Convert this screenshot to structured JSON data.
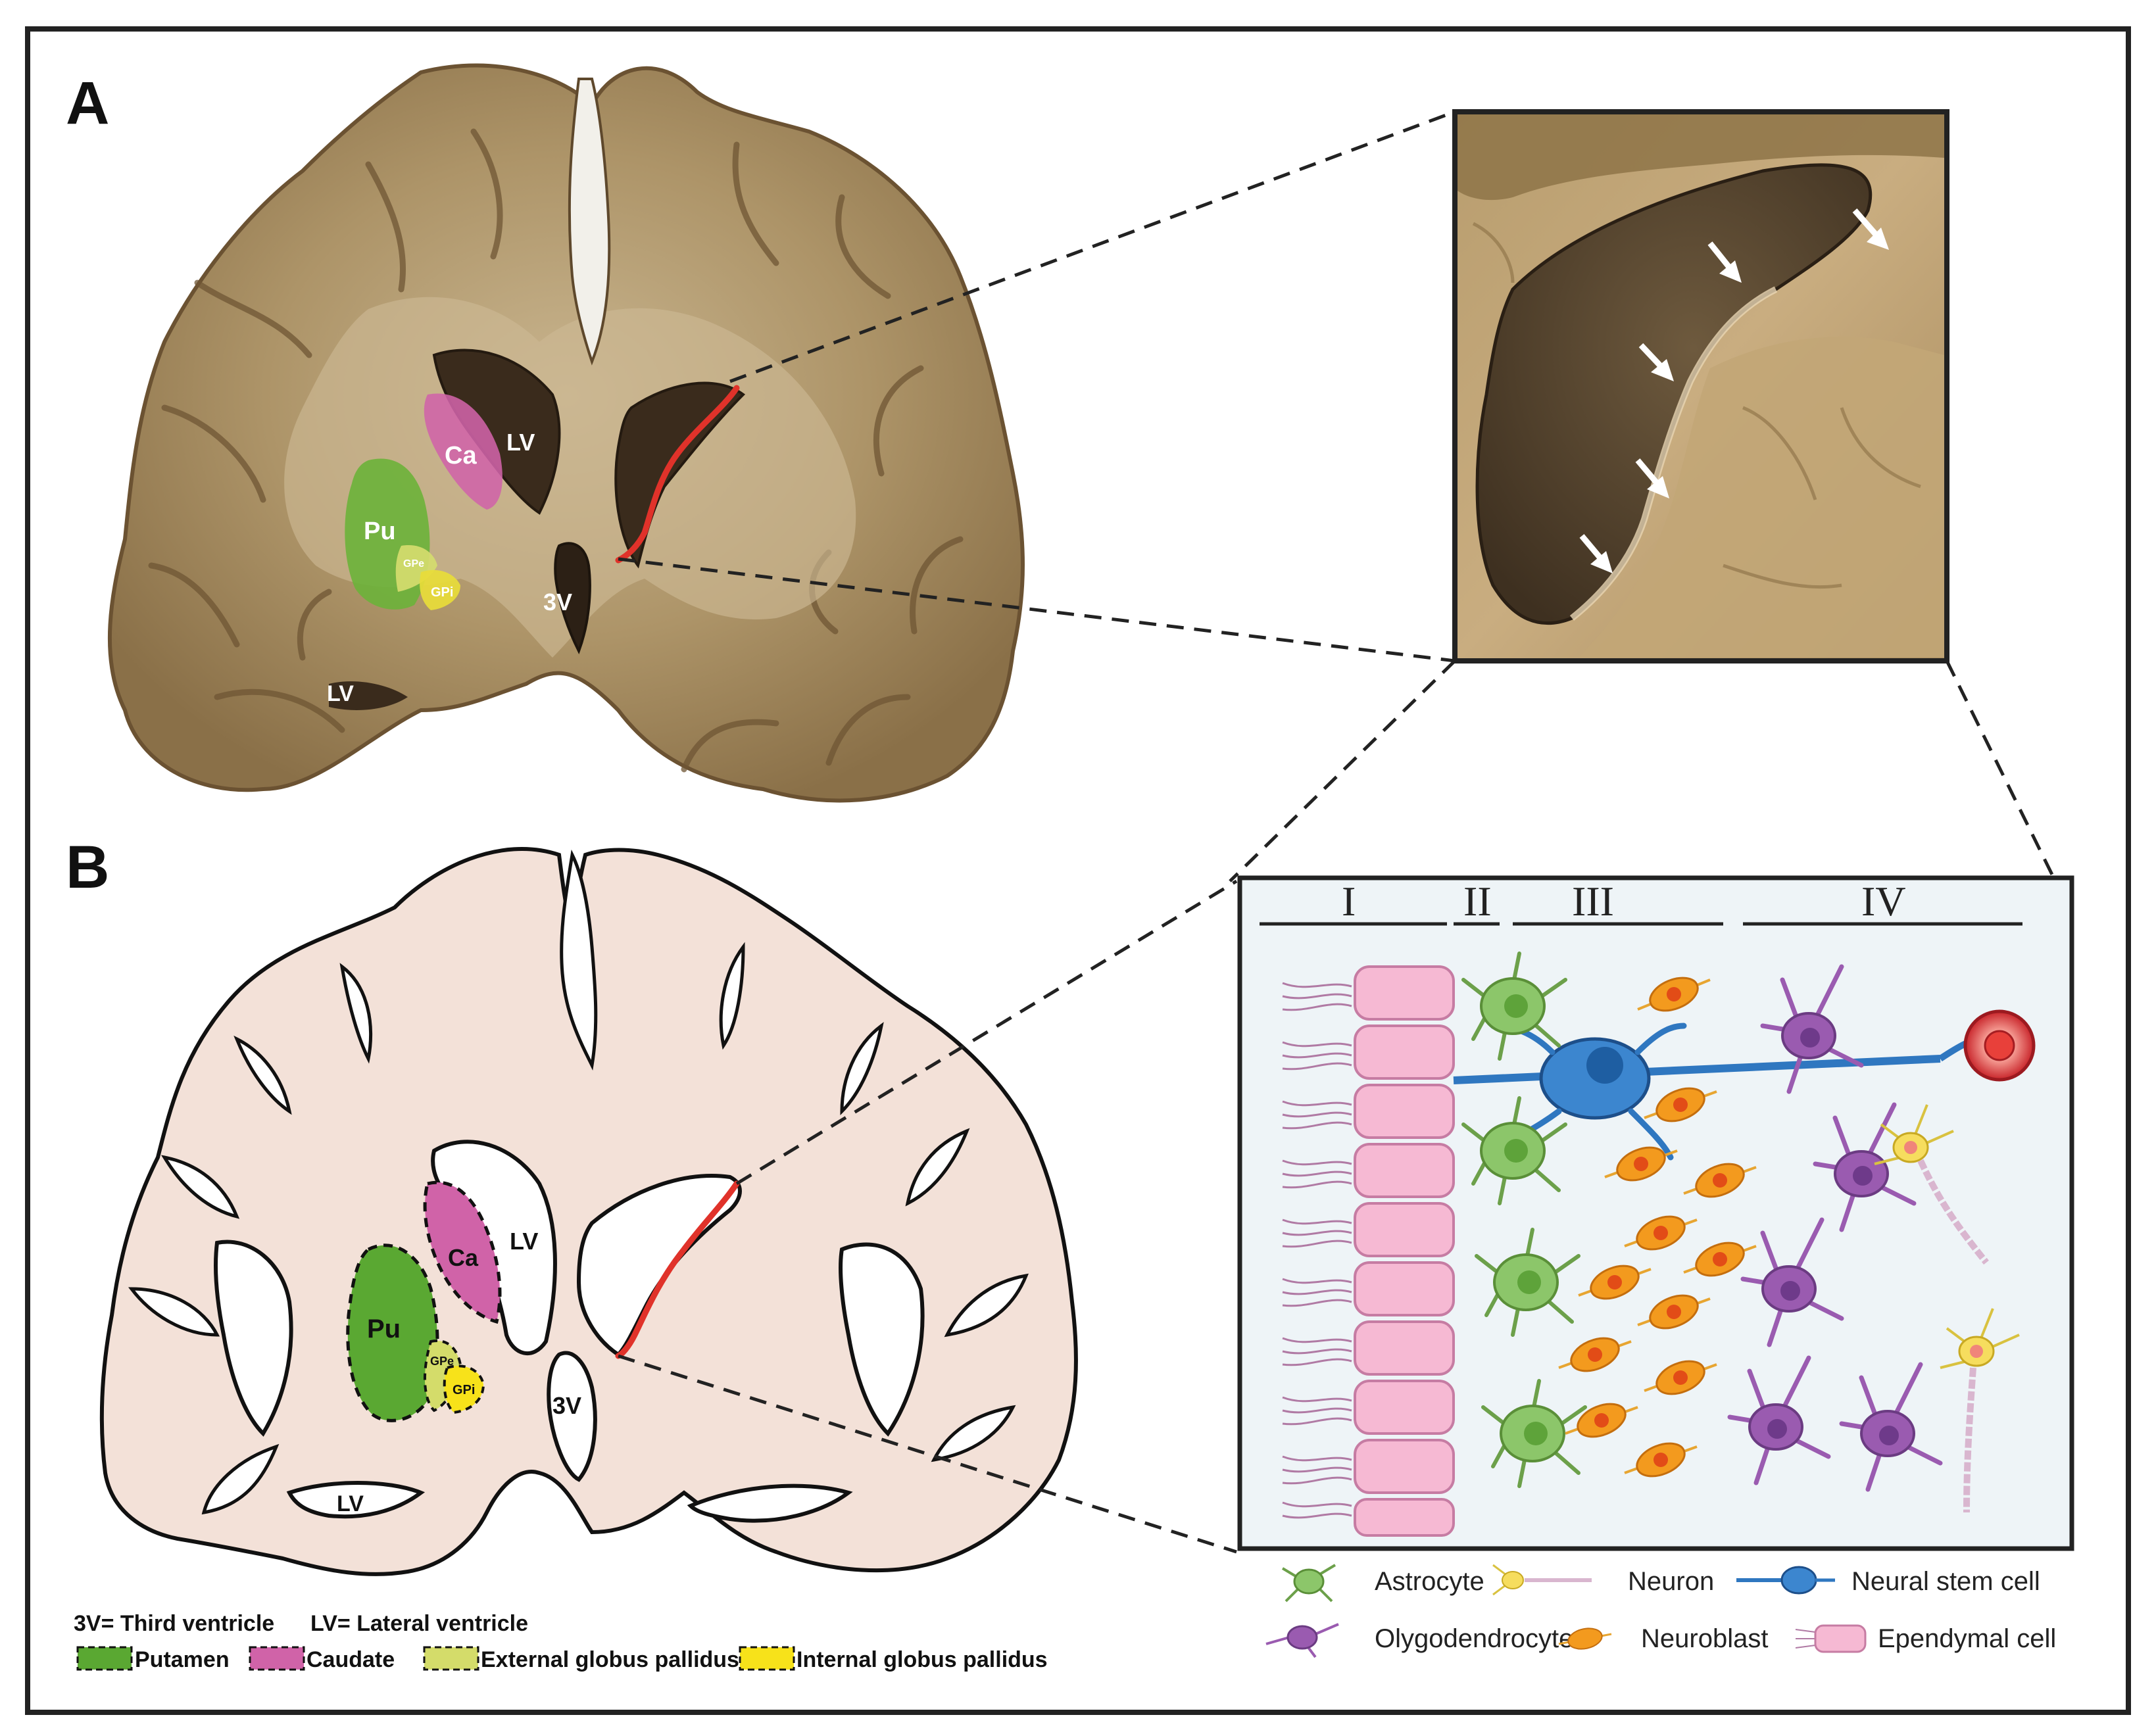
{
  "panels": {
    "a": "A",
    "b": "B"
  },
  "photo_labels": {
    "ca": "Ca",
    "lv": "LV",
    "pu": "Pu",
    "gpe": "GPe",
    "gpi": "GPi",
    "v3": "3V",
    "lv2": "LV"
  },
  "schematic_labels": {
    "ca": "Ca",
    "lv": "LV",
    "pu": "Pu",
    "gpe": "GPe",
    "gpi": "GPi",
    "v3": "3V",
    "lv2": "LV"
  },
  "layers": [
    "I",
    "II",
    "III",
    "IV"
  ],
  "abbreviations": {
    "v3": "3V= Third ventricle",
    "lv": "LV= Lateral ventricle"
  },
  "legend_regions": [
    {
      "label": "Putamen",
      "color": "#5aa832"
    },
    {
      "label": "Caudate",
      "color": "#d063a8"
    },
    {
      "label": "External globus pallidus",
      "color": "#d4dc6a"
    },
    {
      "label": "Internal globus pallidus",
      "color": "#f7e21a"
    }
  ],
  "cell_legend": {
    "astrocyte": "Astrocyte",
    "neuron": "Neuron",
    "nsc": "Neural stem cell",
    "oligo": "Olygodendrocyte",
    "neuroblast": "Neuroblast",
    "ependymal": "Ependymal cell"
  },
  "colors": {
    "tissue": "#a48a5c",
    "white_matter": "#c8b48e",
    "schematic_fill": "#f3e1d8",
    "red_line": "#e0322a",
    "cell_panel_bg": "#eef4f7",
    "astrocyte": "#8cc66a",
    "neuroblast": "#f39a1e",
    "oligodendrocyte": "#9a5bb0",
    "stem_cell": "#2f77c0",
    "ependymal": "#f6b9d3"
  }
}
